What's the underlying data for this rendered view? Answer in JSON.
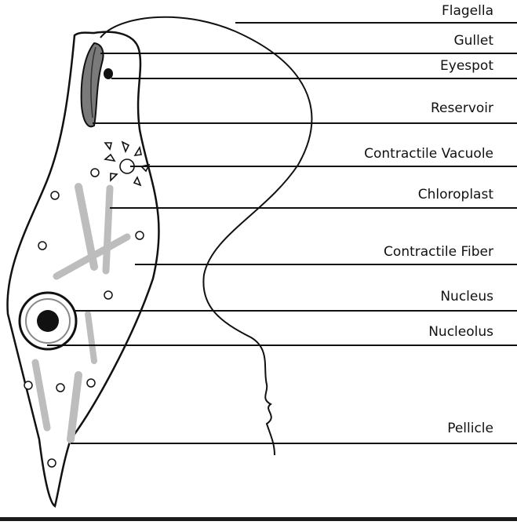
{
  "labels": {
    "flagella": "Flagella",
    "gullet": "Gullet",
    "eyespot": "Eyespot",
    "reservoir": "Reservoir",
    "contractile_vacuole": "Contractile Vacuole",
    "chloroplast": "Chloroplast",
    "contractile_fiber": "Contractile Fiber",
    "nucleus": "Nucleus",
    "nucleolus": "Nucleolus",
    "pellicle": "Pellicle"
  },
  "colors": {
    "outline": "#111111",
    "chloroplast": "#bdbdbd",
    "gullet": "#7a7a7a",
    "background": "#ffffff"
  }
}
